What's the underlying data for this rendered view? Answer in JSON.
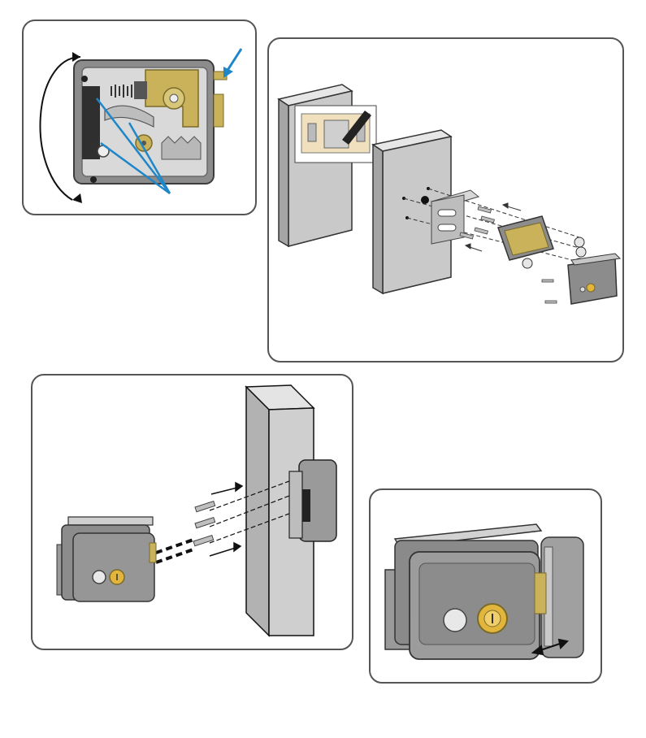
{
  "panels": [
    {
      "id": "step-1",
      "description_hidden": true
    },
    {
      "id": "step-2",
      "description_hidden": true
    },
    {
      "id": "step-3",
      "description_hidden": true
    },
    {
      "id": "step-4",
      "description_hidden": true
    }
  ],
  "colors": {
    "border": "#555555",
    "metal": "#8c8c8c",
    "metal_dark": "#5f5f5f",
    "brass": "#c9b25a",
    "key": "#e2b53c",
    "pointer": "#1f86c8",
    "door": "#c9c9c9",
    "door_side": "#a5a5a5",
    "paper": "#f1e0bd"
  },
  "icons": [
    "curved-rotate-arrow-icon",
    "pointer-arrow-icon",
    "screw-icon",
    "key-cylinder-icon",
    "double-arrow-icon"
  ]
}
